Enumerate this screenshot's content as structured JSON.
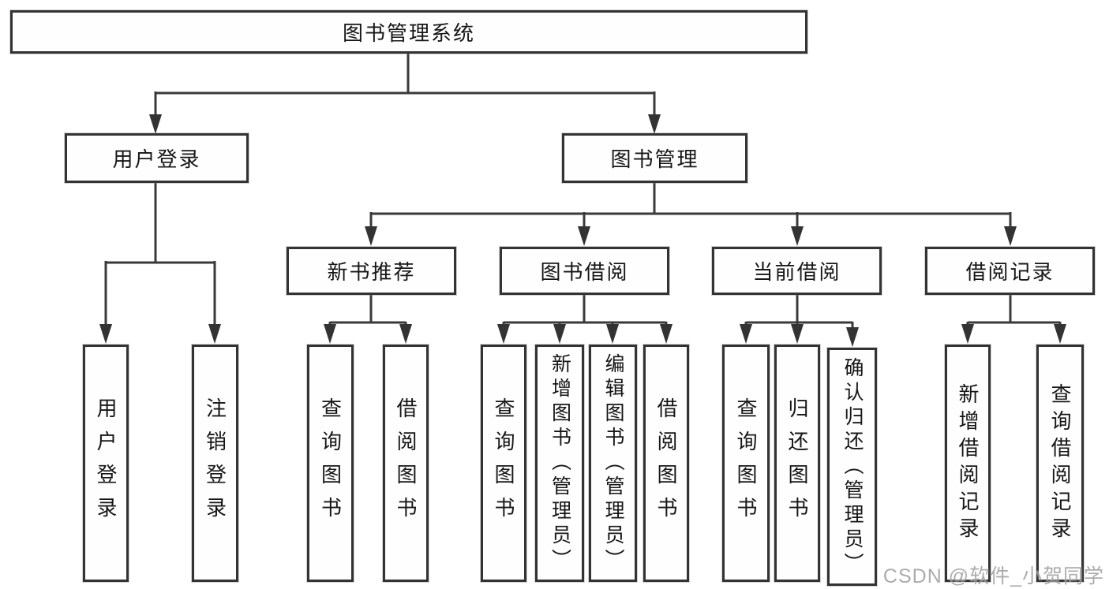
{
  "tree": {
    "root": "图书管理系统",
    "branches": [
      {
        "label": "用户登录",
        "children": [
          "用户登录",
          "注销登录"
        ]
      },
      {
        "label": "图书管理"
      }
    ],
    "modules": [
      {
        "label": "新书推荐",
        "children": [
          "查询图书",
          "借阅图书"
        ]
      },
      {
        "label": "图书借阅",
        "children": [
          "查询图书",
          "新增图书（管理员）",
          "编辑图书（管理员）",
          "借阅图书"
        ]
      },
      {
        "label": "当前借阅",
        "children": [
          "查询图书",
          "归还图书",
          "确认归还（管理员）"
        ]
      },
      {
        "label": "借阅记录",
        "children": [
          "新增借阅记录",
          "查询借阅记录"
        ]
      }
    ]
  },
  "watermark": "CSDN @软件_小贺同学",
  "colors": {
    "line": "#3a3a3a",
    "arrow": "#333333",
    "border": "#333333",
    "text": "#161616",
    "background": "#ffffff",
    "watermark": "#9e9e9e"
  }
}
